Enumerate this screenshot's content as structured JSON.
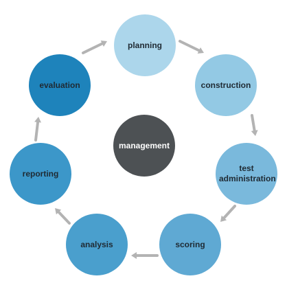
{
  "center": {
    "label": "management",
    "color": "#4d5154"
  },
  "cycle": [
    {
      "label": "planning",
      "color": "#acd6eb"
    },
    {
      "label": "construction",
      "color": "#93c9e4"
    },
    {
      "label": "test administration",
      "color": "#7ab9dc"
    },
    {
      "label": "scoring",
      "color": "#5fa9d3"
    },
    {
      "label": "analysis",
      "color": "#4a9fcd"
    },
    {
      "label": "reporting",
      "color": "#3c97c9"
    },
    {
      "label": "evaluation",
      "color": "#1e83bb"
    }
  ],
  "arrow_color": "#b3b3b3"
}
